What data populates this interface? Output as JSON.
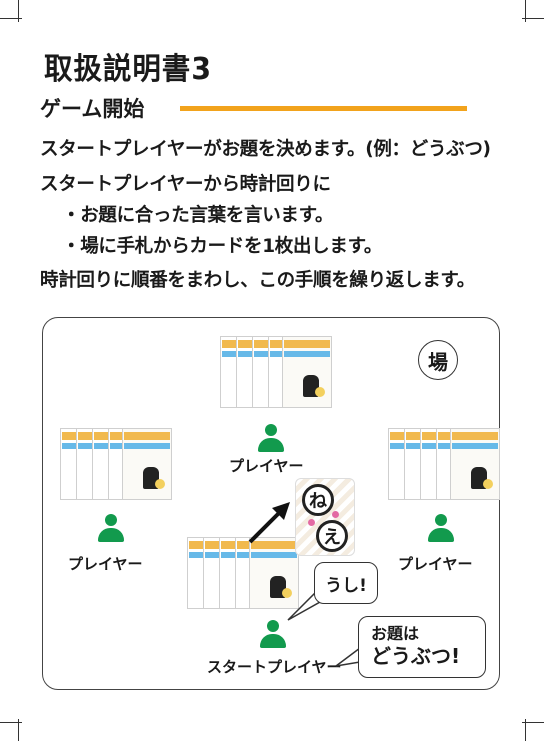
{
  "page": {
    "title": "取扱説明書3",
    "section": {
      "title": "ゲーム開始",
      "accent_color": "#f2a31c"
    },
    "lines": [
      "スタートプレイヤーがお題を決めます。(例：どうぶつ)",
      "スタートプレイヤーから時計回りに",
      "・お題に合った言葉を言います。",
      "・場に手札からカードを1枚出します。",
      "時計回りに順番をまわし、この手順を繰り返します。"
    ]
  },
  "diagram": {
    "field_badge": "場",
    "players": {
      "top": "プレイヤー",
      "left": "プレイヤー",
      "right": "プレイヤー",
      "start": "スタートプレイヤー"
    },
    "played_card": {
      "chars": [
        "ね",
        "え"
      ]
    },
    "speech": {
      "word": "うし!",
      "topic_line1": "お題は",
      "topic_line2": "どうぶつ!"
    },
    "colors": {
      "player": "#129a4d",
      "card_top": "#f1b94e",
      "card_strip": "#67b9e8"
    }
  }
}
